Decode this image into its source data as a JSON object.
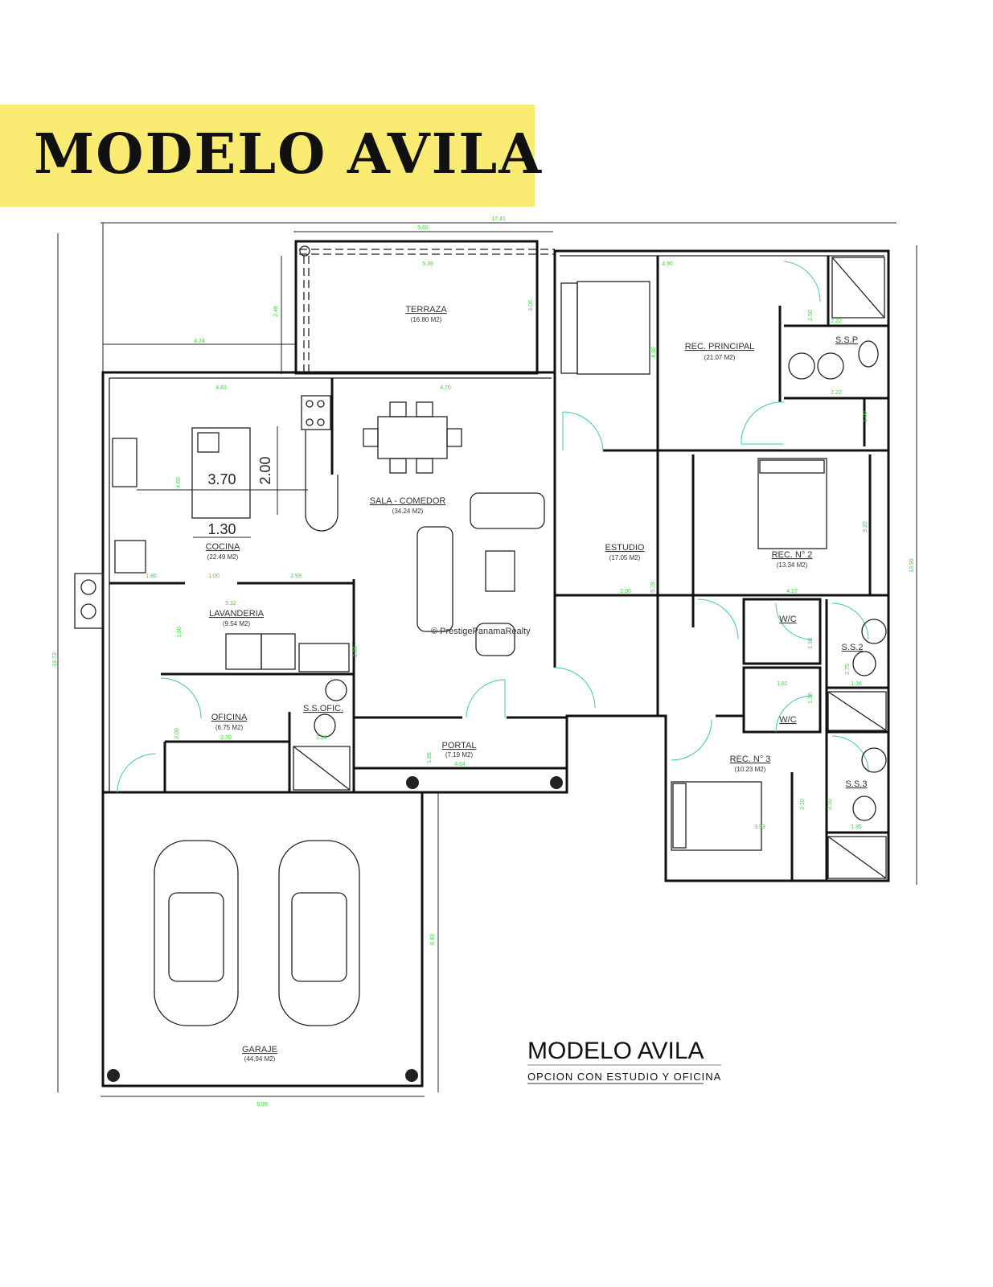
{
  "title": "MODELO AVILA",
  "rooms": [
    {
      "name": "TERRAZA",
      "area": "(16.80 M2)"
    },
    {
      "name": "REC. PRINCIPAL",
      "area": "(21.07 M2)"
    },
    {
      "name": "S.S.P",
      "area": ""
    },
    {
      "name": "SALA - COMEDOR",
      "area": "(34.24 M2)"
    },
    {
      "name": "COCINA",
      "area": "(22.49 M2)"
    },
    {
      "name": "ESTUDIO",
      "area": "(17.05 M2)"
    },
    {
      "name": "REC. N° 2",
      "area": "(13.34 M2)"
    },
    {
      "name": "LAVANDERIA",
      "area": "(9.54 M2)"
    },
    {
      "name": "OFICINA",
      "area": "(6.75 M2)"
    },
    {
      "name": "S.S.OFIC.",
      "area": ""
    },
    {
      "name": "PORTAL",
      "area": "(7.19 M2)"
    },
    {
      "name": "W/C",
      "area": ""
    },
    {
      "name": "S.S.2",
      "area": ""
    },
    {
      "name": "W/C",
      "area": ""
    },
    {
      "name": "REC. N° 3",
      "area": "(10.23 M2)"
    },
    {
      "name": "S.S.3",
      "area": ""
    },
    {
      "name": "GARAJE",
      "area": "(44.94 M2)"
    }
  ],
  "island_dims": {
    "length": "3.70",
    "depth": "2.00",
    "width": "1.30"
  },
  "dimensions": [
    "17.41",
    "5.60",
    "5.39",
    "2.48",
    "4.24",
    "3.00",
    "4.83",
    "4.70",
    "4.60",
    "4.90",
    "4.30",
    "2.50",
    "2.22",
    "2.22",
    "1.00",
    "3.20",
    "13.90",
    "18.73",
    "1.80",
    "1.00",
    "2.93",
    "5.32",
    "1.90",
    "2.00",
    "2.70",
    "1.20",
    "2.00",
    "1.85",
    "4.64",
    "2.90",
    "5.78",
    "4.17",
    "1.38",
    "2.75",
    "1.61",
    "1.36",
    "1.36",
    "3.10",
    "3.10",
    "3.93",
    "1.35",
    "6.99",
    "8.43"
  ],
  "watermark": "© PrestigePanamaRealty",
  "footer": {
    "title": "MODELO AVILA",
    "subtitle": "OPCION CON ESTUDIO Y OFICINA"
  },
  "colors": {
    "banner": "#faec72",
    "dimension_text": "#2ee02e",
    "door_swing": "#3cc9a8"
  }
}
